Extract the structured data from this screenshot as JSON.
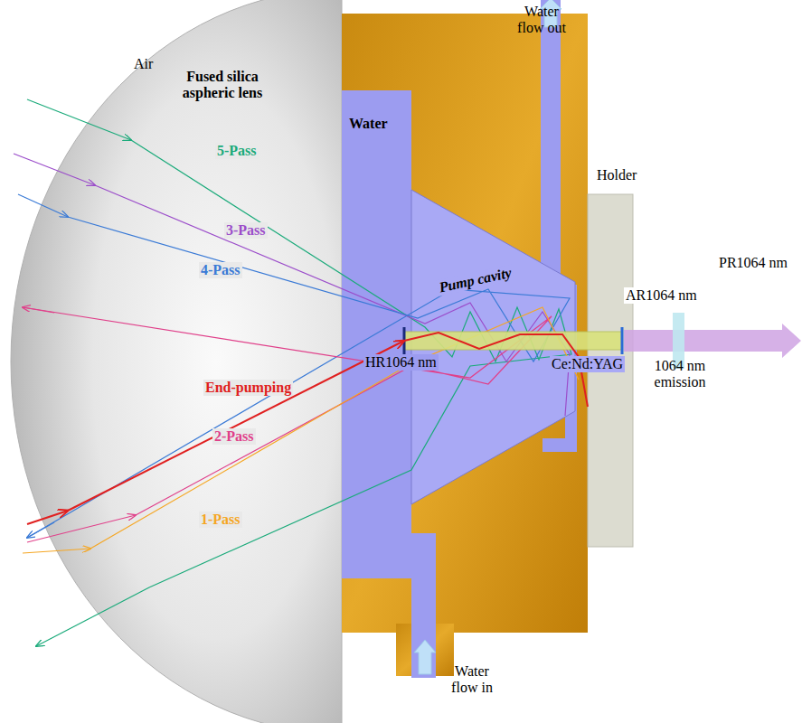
{
  "diagram": {
    "labels": [
      "Air",
      "Fused silica aspheric lens",
      "5-Pass",
      "3-Pass",
      "4-Pass",
      "End-pumping",
      "2-Pass",
      "1-Pass",
      "Water",
      "Pump cavity",
      "Water flow out",
      "Holder",
      "HR1064 nm",
      "AR1064 nm",
      "PR1064 nm",
      "Ce:Nd:YAG",
      "1064 nm emission",
      "Water flow in"
    ]
  }
}
